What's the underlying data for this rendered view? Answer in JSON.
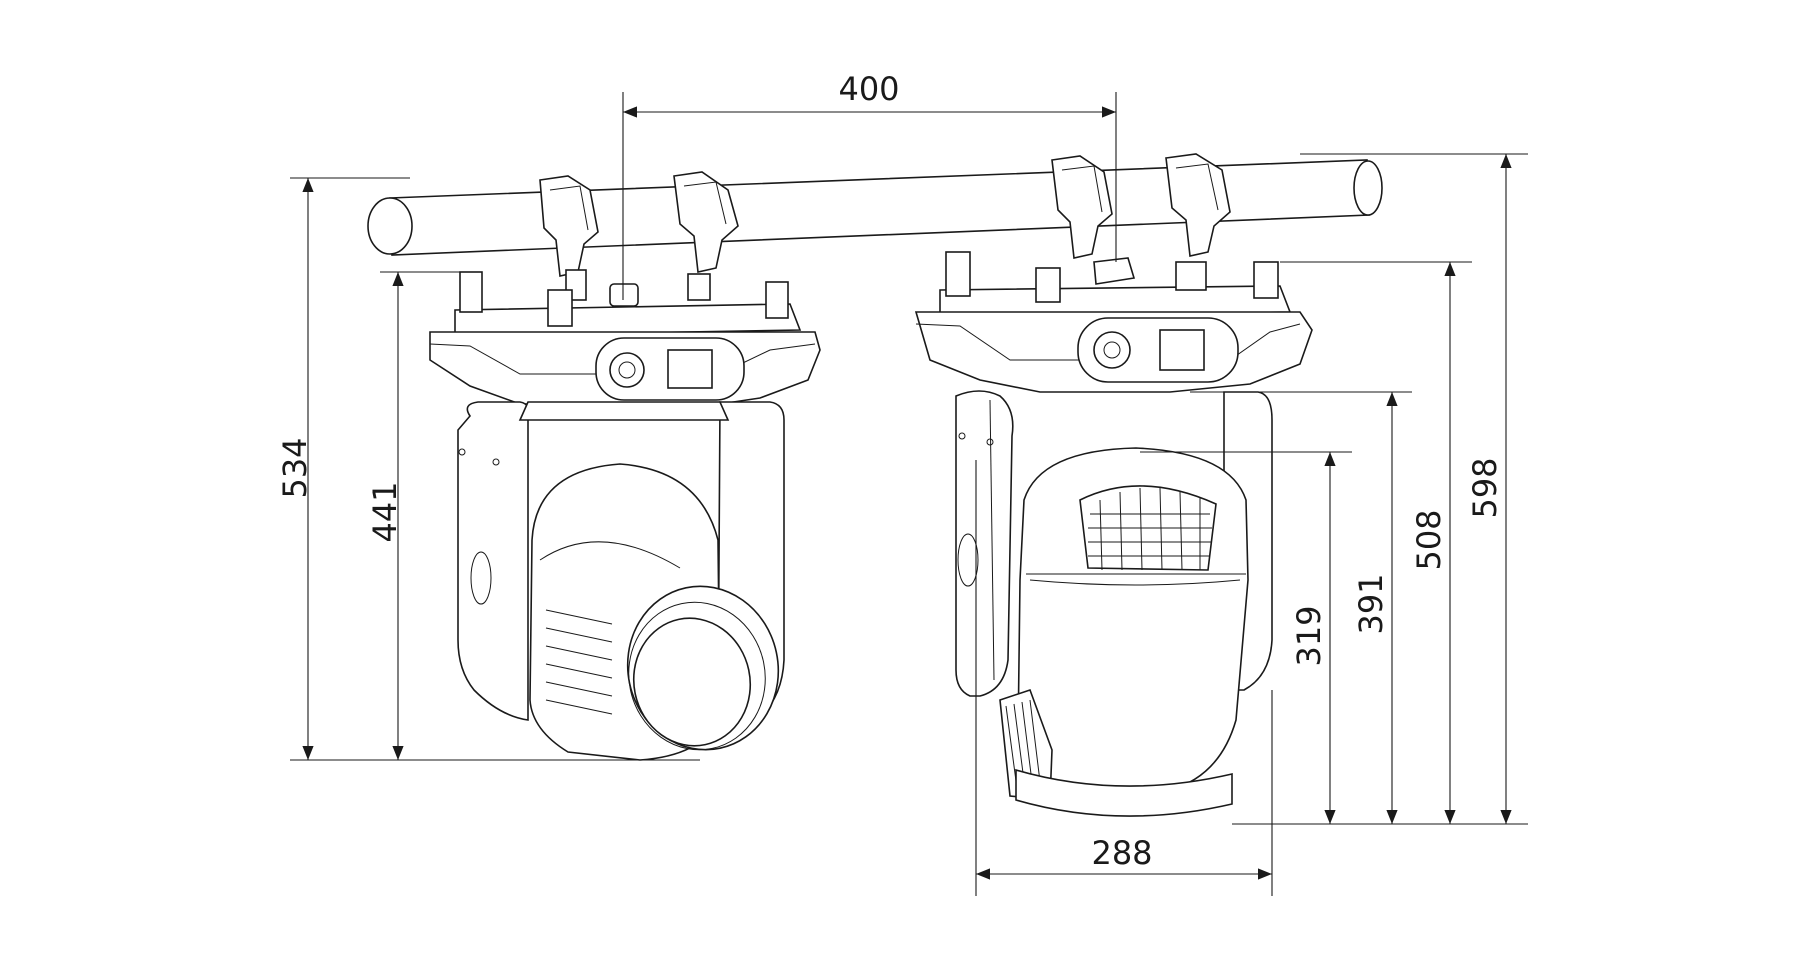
{
  "title": "",
  "units": "",
  "colors": {
    "line": "#1a1a1a",
    "background": "#ffffff"
  },
  "dimensions": {
    "truss_spacing": "400",
    "left_total_height": "534",
    "left_body_height": "441",
    "right_total_height": "598",
    "right_body_height": "508",
    "right_head_height": "391",
    "right_lens_height": "319",
    "right_width": "288"
  }
}
